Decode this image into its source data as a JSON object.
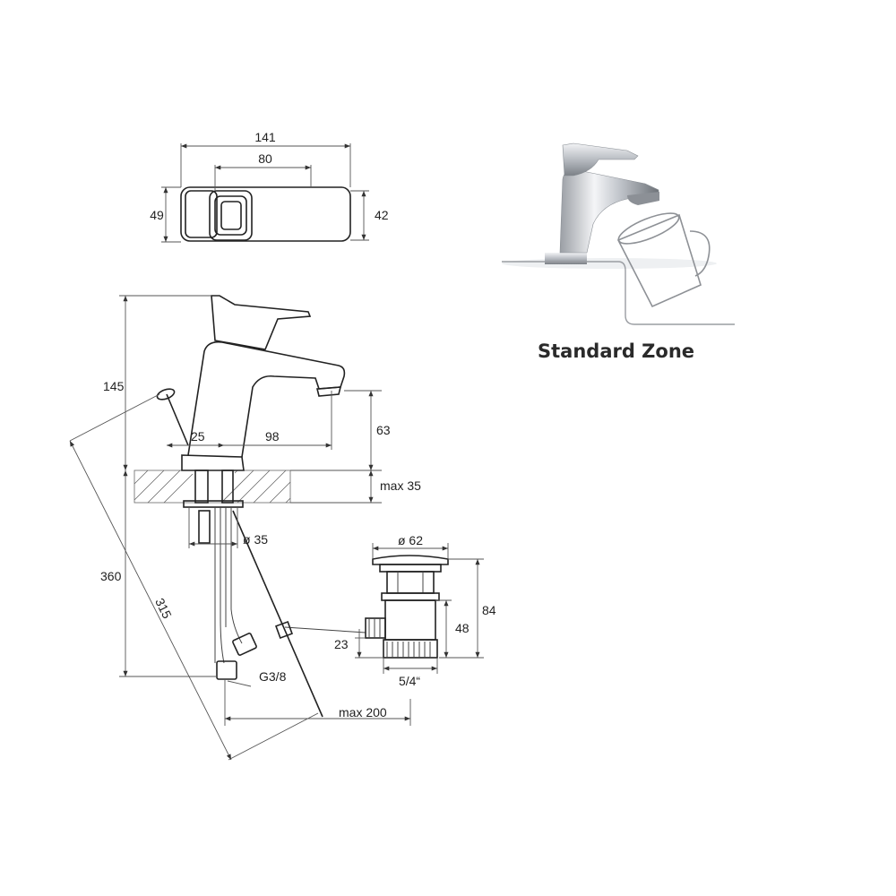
{
  "top_view": {
    "width_total": "141",
    "width_handle": "80",
    "depth_left": "49",
    "depth_right": "42"
  },
  "side_view": {
    "height_total": "145",
    "spout_height": "63",
    "offset_25": "25",
    "spout_reach": "98",
    "deck_thickness": "max 35",
    "hole_diameter": "ø 35",
    "hose_length": "360",
    "rod_length": "315",
    "thread": "G3/8",
    "rod_reach": "max 200"
  },
  "waste": {
    "diameter": "ø 62",
    "height_total": "84",
    "height_body": "48",
    "outlet_height": "23",
    "thread": "5/4“"
  },
  "zone": {
    "label": "Standard Zone"
  }
}
